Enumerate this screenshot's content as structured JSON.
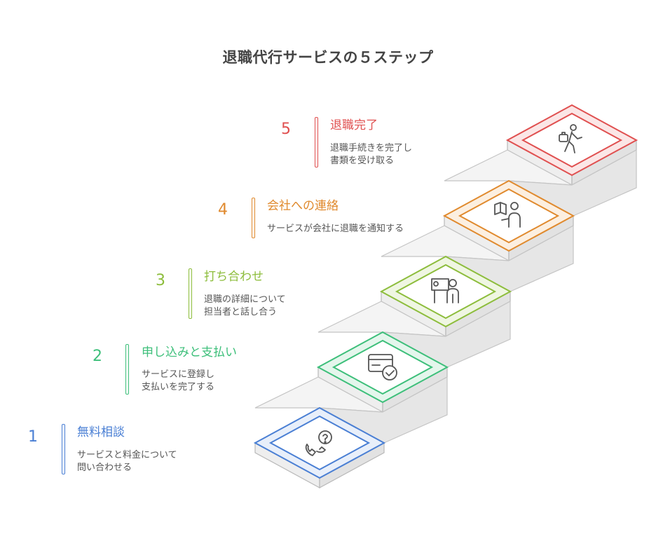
{
  "title": "退職代行サービスの５ステップ",
  "steps": [
    {
      "number": "1",
      "title": "無料相談",
      "description": "サービスと料金について\n問い合わせる",
      "icon": "phone-question-icon",
      "color": "#4a7fd4",
      "light": "#e8effa"
    },
    {
      "number": "2",
      "title": "申し込みと支払い",
      "description": "サービスに登録し\n支払いを完了する",
      "icon": "payment-card-check-icon",
      "color": "#3dbf7a",
      "light": "#e4f6ec"
    },
    {
      "number": "3",
      "title": "打ち合わせ",
      "description": "退職の詳細について\n担当者と話し合う",
      "icon": "meeting-presentation-icon",
      "color": "#8dbd3c",
      "light": "#eff6e2"
    },
    {
      "number": "4",
      "title": "会社への連絡",
      "description": "サービスが会社に退職を通知する",
      "icon": "person-notifying-icon",
      "color": "#e08a2e",
      "light": "#fcefe0"
    },
    {
      "number": "5",
      "title": "退職完了",
      "description": "退職手続きを完了し\n書類を受け取る",
      "icon": "person-leaving-icon",
      "color": "#e05050",
      "light": "#fbe6e6"
    }
  ]
}
